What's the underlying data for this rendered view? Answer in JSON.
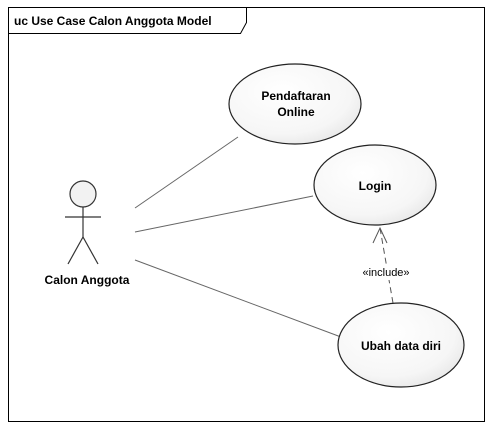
{
  "frame": {
    "title": "uc Use Case Calon Anggota Model"
  },
  "actor": {
    "name": "Calon Anggota"
  },
  "use_cases": [
    {
      "lines": [
        "Pendaftaran",
        "Online"
      ]
    },
    {
      "lines": [
        "Login"
      ]
    },
    {
      "lines": [
        "Ubah data diri"
      ]
    }
  ],
  "relationships": {
    "include_label": "«include»"
  }
}
